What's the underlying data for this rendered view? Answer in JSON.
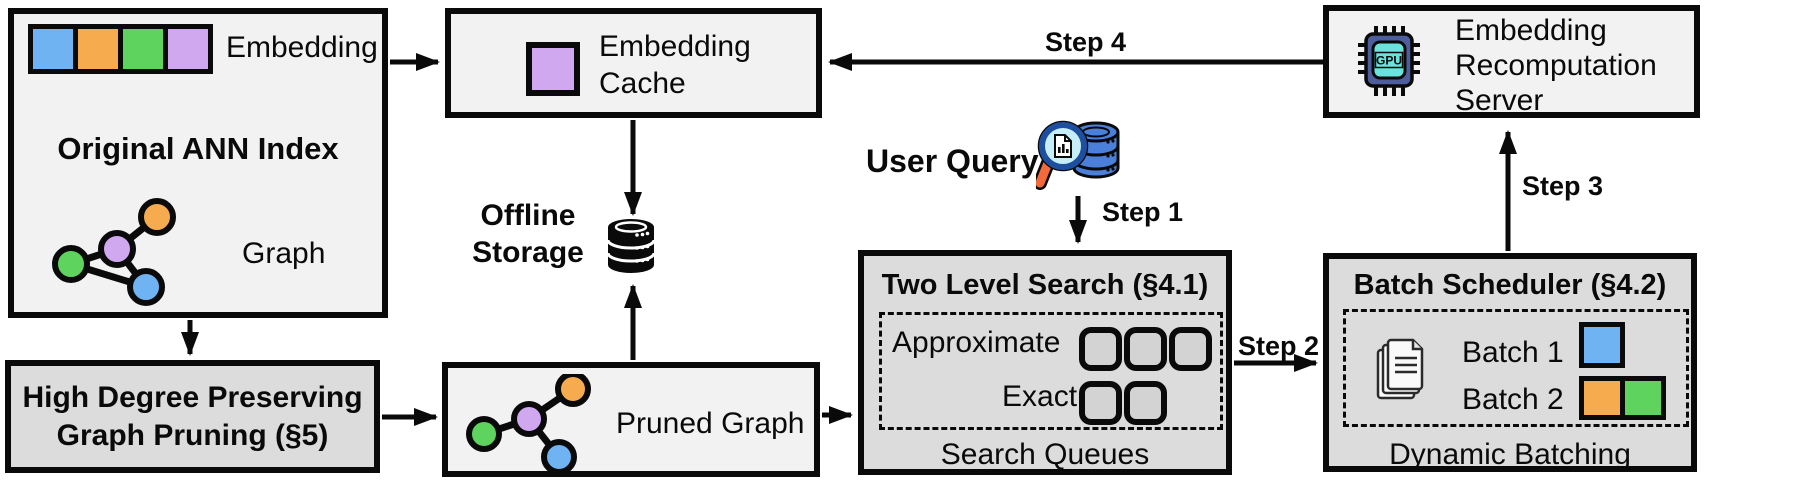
{
  "diagram": {
    "ann_index": {
      "title": "Original ANN Index",
      "embedding_label": "Embedding",
      "graph_label": "Graph"
    },
    "embedding_cache": {
      "label": "Embedding\nCache"
    },
    "recomputation_server": {
      "label": "Embedding\nRecomputation\nServer",
      "gpu_chip_label": "GPU"
    },
    "offline_storage": {
      "label": "Offline\nStorage"
    },
    "user_query": {
      "label": "User Query"
    },
    "two_level_search": {
      "title": "Two Level Search (§4.1)",
      "approximate_label": "Approximate",
      "exact_label": "Exact",
      "caption": "Search Queues",
      "approximate_slots": 3,
      "exact_slots": 2
    },
    "batch_scheduler": {
      "title": "Batch Scheduler (§4.2)",
      "batch1_label": "Batch 1",
      "batch2_label": "Batch 2",
      "caption": "Dynamic Batching"
    },
    "pruning": {
      "label": "High Degree Preserving\nGraph Pruning (§5)"
    },
    "pruned_graph": {
      "label": "Pruned Graph"
    },
    "steps": {
      "step1": "Step 1",
      "step2": "Step 2",
      "step3": "Step 3",
      "step4": "Step 4"
    }
  },
  "icons": {
    "ann_index_graph": "graph-nodes-icon",
    "pruned_graph": "graph-nodes-icon",
    "embedding_cache": "embedding-chip-icon",
    "recomputation_server": "gpu-chip-icon",
    "offline_storage": "database-icon",
    "user_query": "magnifier-document-database-icon",
    "batch_scheduler": "documents-stack-icon"
  },
  "colors": {
    "blue": "#6fb3f2",
    "orange": "#f6ab4e",
    "green": "#5ed45e",
    "purple": "#cfa8f0",
    "box_light": "#f2f2f2",
    "box_dark": "#dcdcdc",
    "slot_fill": "#d3d3d3",
    "outline": "#0a0a0a",
    "gpu_chip": "#4e5d9b",
    "gpu_core": "#6ae3dc",
    "db_blue": "#4a80d9",
    "lens": "#c6eef9",
    "handle": "#f26a3c",
    "magnifier_rim": "#1e4f9e"
  }
}
